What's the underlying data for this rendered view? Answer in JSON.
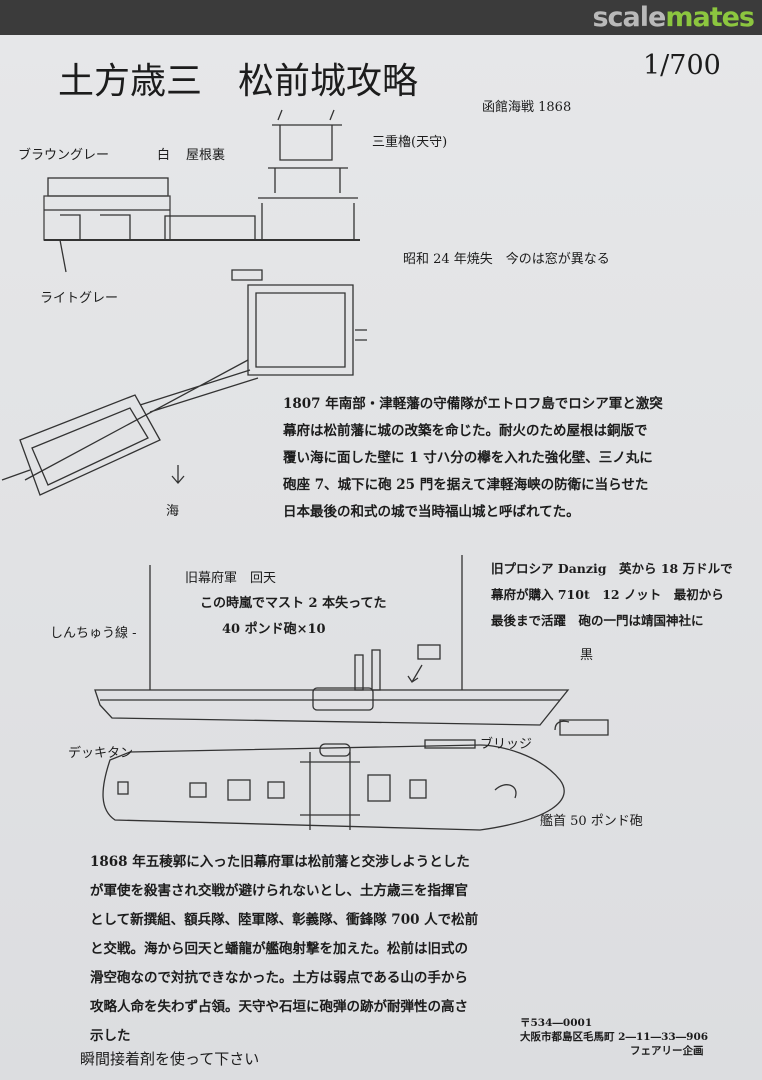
{
  "site_logo": {
    "part1": "scale",
    "part2": "mates"
  },
  "header": {
    "title": "土方歳三　松前城攻略",
    "scale": "1/700",
    "subtitle": "函館海戦 1868"
  },
  "castle_labels": {
    "brown_grey": "ブラウングレー",
    "white": "白",
    "roof_underside": "屋根裏",
    "three_tier_turret": "三重櫓(天守)",
    "light_grey": "ライトグレー",
    "burned_note": "昭和 24 年焼失　今のは窓が異なる",
    "sea": "海"
  },
  "history_paragraph": [
    "1807 年南部・津軽藩の守備隊がエトロフ島でロシア軍と激突",
    "幕府は松前藩に城の改築を命じた。耐火のため屋根は銅版で",
    "覆い海に面した壁に 1 寸ハ分の欅を入れた強化壁、三ノ丸に",
    "砲座 7、城下に砲 25 門を据えて津軽海峡の防衛に当らせた",
    "日本最後の和式の城で当時福山城と呼ばれてた。"
  ],
  "ship_labels": {
    "ship_name": "旧幕府軍　回天",
    "mast_note": "この時嵐でマスト 2 本失ってた",
    "guns": "40 ポンド砲×10",
    "shinchu_line": "しんちゅう線 -",
    "black": "黒",
    "deck_tan": "デッキタン",
    "bridge": "ブリッジ",
    "bow_gun": "艦首 50 ポンド砲"
  },
  "ship_history": [
    "旧プロシア Danzig　英から 18 万ドルで",
    "幕府が購入 710t　12 ノット　最初から",
    "最後まで活躍　砲の一門は靖国神社に"
  ],
  "battle_paragraph": [
    "1868 年五稜郭に入った旧幕府軍は松前藩と交渉しようとした",
    "が軍使を殺害され交戦が避けられないとし、土方歳三を指揮官",
    "として新撰組、額兵隊、陸軍隊、彰義隊、衝鋒隊 700 人で松前",
    "と交戦。海から回天と蟠龍が艦砲射撃を加えた。松前は旧式の",
    "滑空砲なので対抗できなかった。土方は弱点である山の手から",
    "攻略人命を失わず占領。天守や石垣に砲弾の跡が耐弾性の高さ",
    "示した"
  ],
  "glue_note": "瞬間接着剤を使って下さい",
  "address": {
    "postal": "〒534―0001",
    "street": "大阪市都島区毛馬町 2―11―33―906",
    "company": "フェアリー企画"
  }
}
